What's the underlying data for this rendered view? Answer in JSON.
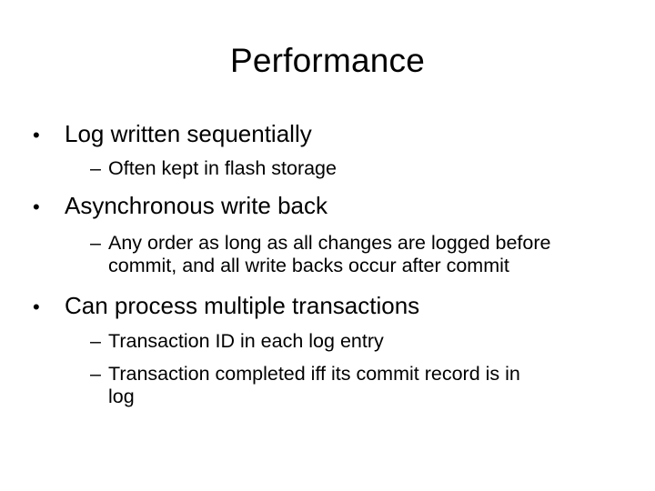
{
  "slide": {
    "title": "Performance",
    "bullets": [
      {
        "text": "Log written sequentially",
        "sub": [
          {
            "lines": [
              "Often kept in flash storage"
            ]
          }
        ]
      },
      {
        "text": "Asynchronous write back",
        "sub": [
          {
            "lines": [
              "Any order as long as all changes are logged before",
              "commit, and all write backs occur after commit"
            ]
          }
        ]
      },
      {
        "text": "Can process multiple transactions",
        "sub": [
          {
            "lines": [
              "Transaction ID in each log entry"
            ]
          },
          {
            "lines": [
              "Transaction completed iff its commit record is in",
              "log"
            ]
          }
        ]
      }
    ],
    "bullet_glyph": "•",
    "dash_glyph": "–"
  }
}
